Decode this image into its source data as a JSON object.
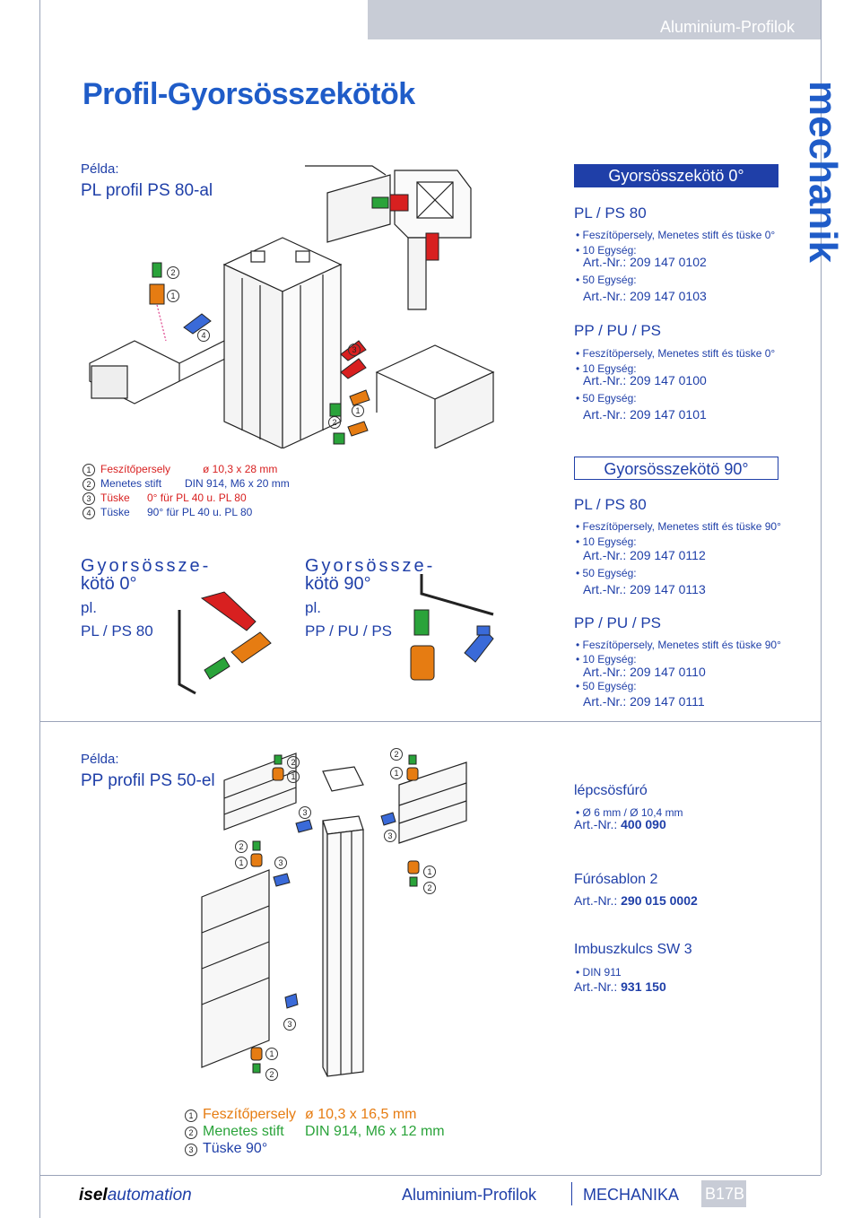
{
  "header": {
    "title": "Aluminium-Profilok"
  },
  "page_title": "Profil-Gyorsösszekötök",
  "side_word": "mechanik",
  "example1": {
    "label": "Példa:",
    "text": "PL profil PS 80-al"
  },
  "example2": {
    "label": "Példa:",
    "text": "PP profil PS 50-el"
  },
  "box0": {
    "title": "Gyorsösszekötö 0°",
    "pl": {
      "heading": "PL / PS 80",
      "desc": "• Feszítöpersely, Menetes stift és tüske 0°",
      "u10": "• 10 Egység:",
      "art10_label": "Art.-Nr.:",
      "art10": "209 147 0102",
      "u50": "• 50 Egység:",
      "art50_label": "Art.-Nr.:",
      "art50": "209 147 0103"
    },
    "pp": {
      "heading": "PP / PU / PS",
      "desc": "• Feszítöpersely, Menetes stift és tüske 0°",
      "u10": "• 10 Egység:",
      "art10_label": "Art.-Nr.:",
      "art10": "209 147 0100",
      "u50": "• 50 Egység:",
      "art50_label": "Art.-Nr.:",
      "art50": "209 147 0101"
    }
  },
  "box90": {
    "title": "Gyorsösszekötö 90°",
    "pl": {
      "heading": "PL / PS 80",
      "desc": "• Feszítöpersely, Menetes stift és tüske 90°",
      "u10": "• 10 Egység:",
      "art10_label": "Art.-Nr.:",
      "art10": "209 147 0112",
      "u50": "• 50 Egység:",
      "art50_label": "Art.-Nr.:",
      "art50": "209 147 0113"
    },
    "pp": {
      "heading": "PP / PU / PS",
      "desc": "• Feszítöpersely, Menetes stift és tüske 90°",
      "u10": "• 10 Egység:",
      "art10_label": "Art.-Nr.:",
      "art10": "209 147 0110",
      "u50": "• 50 Egység:",
      "art50_label": "Art.-Nr.:",
      "art50": "209 147 0111"
    }
  },
  "legend1": {
    "r1": {
      "n": "1",
      "name": "Feszítőpersely",
      "spec": "ø 10,3 x 28 mm"
    },
    "r2": {
      "n": "2",
      "name": "Menetes stift",
      "spec": "DIN 914, M6 x 20 mm"
    },
    "r3": {
      "n": "3",
      "name": "Tüske",
      "spec": "0° für PL 40 u. PL 80"
    },
    "r4": {
      "n": "4",
      "name": "Tüske",
      "spec": "90° für PL 40 u. PL 80"
    }
  },
  "kit0": {
    "l1": "Gyorsössze-",
    "l2": "kötö 0°",
    "l3": "pl.",
    "l4": "PL / PS 80"
  },
  "kit90": {
    "l1": "Gyorsössze-",
    "l2": "kötö 90°",
    "l3": "pl.",
    "l4": "PP / PU / PS"
  },
  "tool1": {
    "title": "lépcsösfúró",
    "item": "• Ø 6 mm / Ø 10,4 mm",
    "art_label": "Art.-Nr.:",
    "art": "400 090"
  },
  "tool2": {
    "title": "Fúrósablon 2",
    "art_label": "Art.-Nr.:",
    "art": "290 015 0002"
  },
  "tool3": {
    "title": "Imbuszkulcs SW 3",
    "item": "• DIN 911",
    "art_label": "Art.-Nr.:",
    "art": "931 150"
  },
  "legend2": {
    "r1": {
      "n": "1",
      "name": "Feszítőpersely",
      "spec": "ø 10,3 x 16,5 mm"
    },
    "r2": {
      "n": "2",
      "name": "Menetes stift",
      "spec": "DIN 914, M6 x 12 mm"
    },
    "r3": {
      "n": "3",
      "name": "Tüske 90°"
    }
  },
  "callouts": {
    "c1": "1",
    "c2": "2",
    "c3": "3",
    "c4": "4"
  },
  "footer": {
    "logo_bold": "isel",
    "logo_it": "automation",
    "mid": "Aluminium-Profilok",
    "right": "MECHANIKA",
    "page": "B17B"
  },
  "colors": {
    "accent": "#1f3fa8",
    "orange": "#e67c12",
    "green": "#2aa33a",
    "red": "#d82020",
    "grey": "#c8ccd6"
  }
}
